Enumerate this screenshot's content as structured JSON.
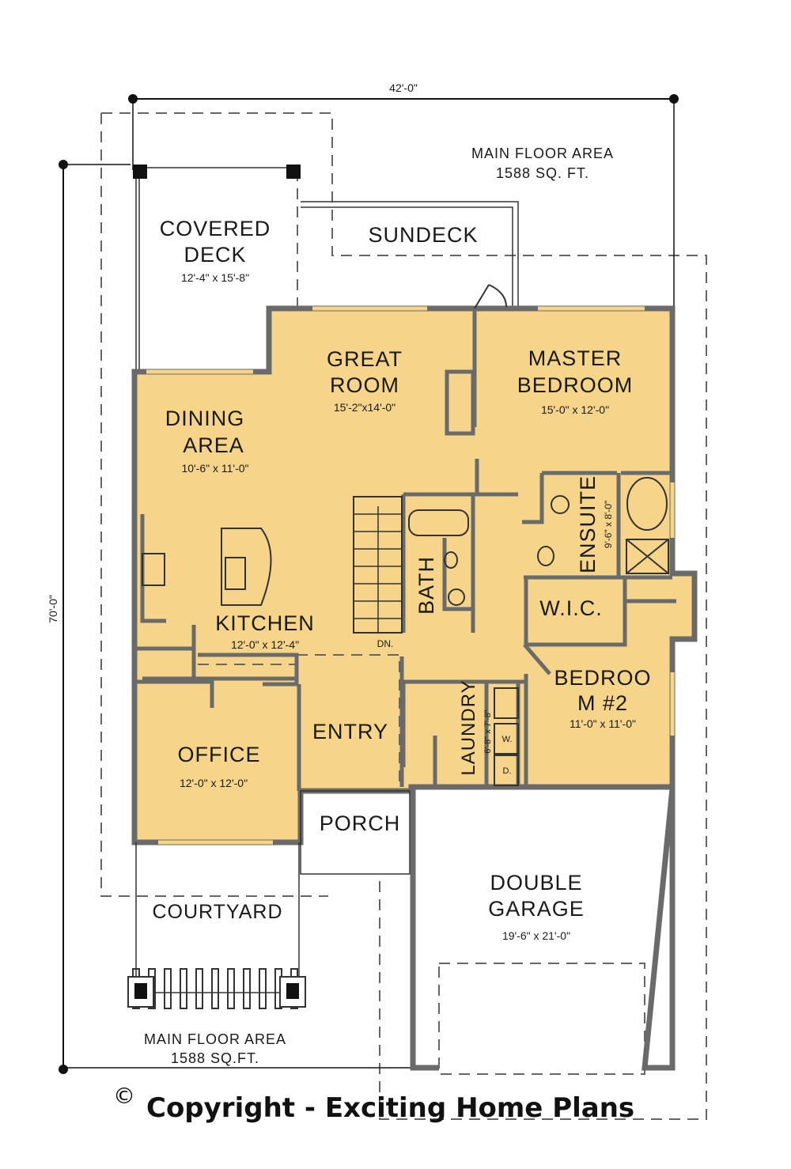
{
  "colors": {
    "floor_fill": "#F6D58A",
    "wall": "#6A6A6A",
    "line": "#1A1A1A"
  },
  "dimensions": {
    "width": "42'-0\"",
    "depth": "70'-0\""
  },
  "area_notes": {
    "top": {
      "line1": "MAIN FLOOR AREA",
      "line2": "1588 SQ. FT."
    },
    "bottom": {
      "line1": "MAIN FLOOR AREA",
      "line2": "1588 SQ.FT."
    }
  },
  "rooms": {
    "covered_deck": {
      "line1": "COVERED",
      "line2": "DECK",
      "size": "12'-4\" x 15'-8\""
    },
    "sundeck": {
      "line1": "SUNDECK"
    },
    "great_room": {
      "line1": "GREAT",
      "line2": "ROOM",
      "size": "15'-2\"x14'-0\""
    },
    "master_bedroom": {
      "line1": "MASTER",
      "line2": "BEDROOM",
      "size": "15'-0\" x 12'-0\""
    },
    "dining": {
      "line1": "DINING",
      "line2": "AREA",
      "size": "10'-6\" x 11'-0\""
    },
    "kitchen": {
      "line1": "KITCHEN",
      "size": "12'-0\" x 12'-4\""
    },
    "stairs": {
      "label": "DN."
    },
    "bath": {
      "line1": "BATH"
    },
    "ensuite": {
      "line1": "ENSUITE",
      "size": "9'-6\" x 8'-0\""
    },
    "wic": {
      "line1": "W.I.C."
    },
    "bedroom2": {
      "line1": "BEDROO",
      "line2": "M #2",
      "size": "11'-0\" x 11'-0\""
    },
    "laundry": {
      "line1": "LAUNDRY",
      "size": "6'-8\" x 7'-8\"",
      "washer": "W.",
      "dryer": "D."
    },
    "entry": {
      "line1": "ENTRY"
    },
    "office": {
      "line1": "OFFICE",
      "size": "12'-0\" x 12'-0\""
    },
    "porch": {
      "line1": "PORCH"
    },
    "garage": {
      "line1": "DOUBLE",
      "line2": "GARAGE",
      "size": "19'-6\" x 21'-0\""
    },
    "courtyard": {
      "line1": "COURTYARD"
    }
  },
  "copyright": {
    "symbol": "©",
    "text": "Copyright - Exciting Home Plans"
  }
}
